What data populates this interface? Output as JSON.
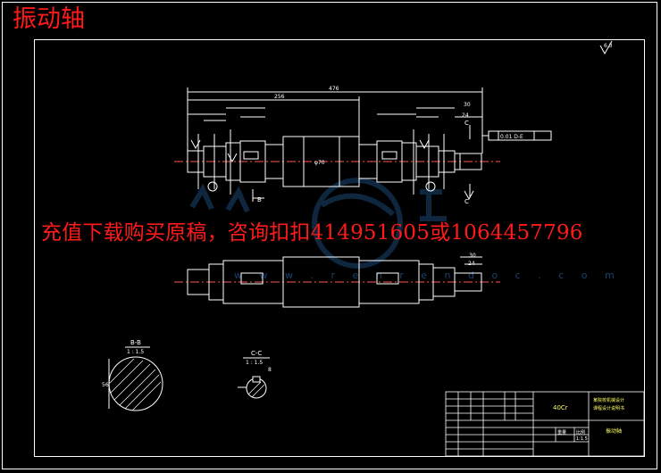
{
  "header": {
    "title": "振动轴"
  },
  "ad_banner": {
    "text": "充值下载购买原稿，咨询扣扣414951605或1064457796"
  },
  "drawing": {
    "dims": {
      "overall": "476",
      "left_span": "256",
      "d70": "φ70",
      "d30": "30",
      "d24": "24"
    },
    "section_bb": {
      "title": "B-B",
      "scale": "1 : 1.5",
      "dim": "56"
    },
    "section_cc": {
      "title": "C-C",
      "scale": "1 : 1.5",
      "dim": "8"
    },
    "section_marks": {
      "b": "B",
      "c": "C"
    },
    "tolerance": "0.01 D-E",
    "roughness": "6.3"
  },
  "title_block": {
    "material": "40Cr",
    "scale_value": "1:1.5",
    "scale_label": "比例",
    "weight_label": "重量",
    "part_name": "振动轴",
    "school_line1": "某院校机械设计",
    "school_line2": "课程设计说明书"
  }
}
